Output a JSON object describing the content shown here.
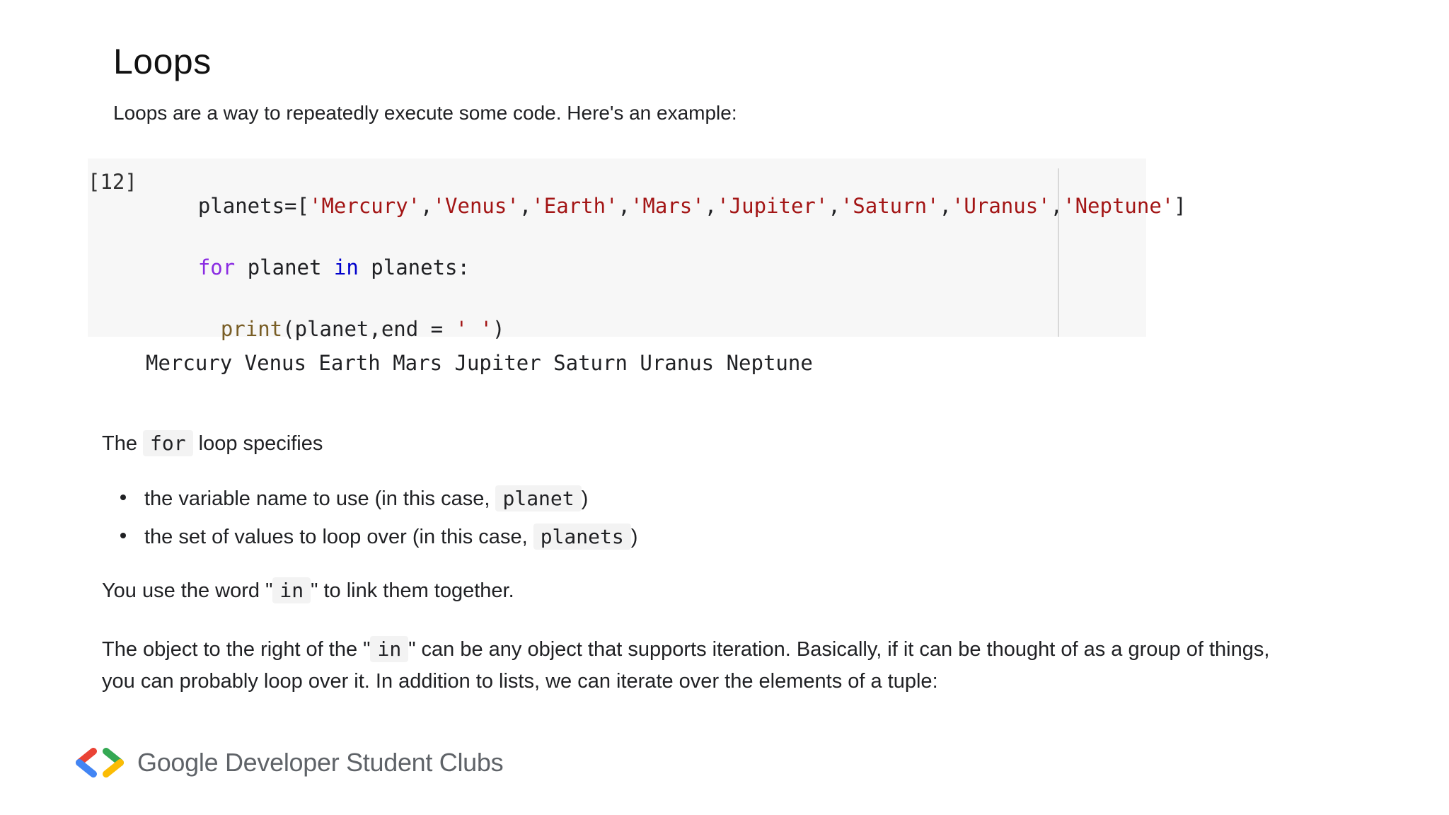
{
  "heading": "Loops",
  "intro": "Loops are a way to repeatedly execute some code. Here's an example:",
  "code_cell": {
    "execution_count": "[12]",
    "line1": {
      "prefix": "planets=[",
      "items": [
        "'Mercury'",
        "'Venus'",
        "'Earth'",
        "'Mars'",
        "'Jupiter'",
        "'Saturn'",
        "'Uranus'",
        "'Neptune'"
      ],
      "separator": ",",
      "suffix": "]"
    },
    "line2": {
      "kw_for": "for",
      "mid1": " planet ",
      "kw_in": "in",
      "mid2": " planets:"
    },
    "line3": {
      "fn": "print",
      "args": "(planet,end = ",
      "str": "' '",
      "close": ")"
    },
    "output": "Mercury Venus Earth Mars Jupiter Saturn Uranus Neptune"
  },
  "para1": {
    "before": "The ",
    "code": "for",
    "after": " loop specifies"
  },
  "bullets": [
    {
      "text": "the variable name to use (in this case, ",
      "code": "planet",
      "after": ")"
    },
    {
      "text": "the set of values to loop over (in this case, ",
      "code": "planets",
      "after": ")"
    }
  ],
  "para3": {
    "before": "You use the word \"",
    "code": "in",
    "after": "\" to link them together."
  },
  "para4": {
    "before": "The object to the right of the \"",
    "code": "in",
    "after": "\" can be any object that supports iteration. Basically, if it can be thought of as a group of things, you can probably loop over it. In addition to lists, we can iterate over the elements of a tuple:"
  },
  "footer": {
    "logo_icon": "gdsc-brackets-logo-icon",
    "brand": "Google Developer Student Clubs"
  },
  "colors": {
    "string": "#a31515",
    "keyword_for": "#8a2be2",
    "keyword_in": "#0000cc",
    "builtin": "#795e26",
    "logo_blue": "#4285f4",
    "logo_red": "#ea4335",
    "logo_green": "#34a853",
    "logo_yellow": "#fbbc04"
  }
}
